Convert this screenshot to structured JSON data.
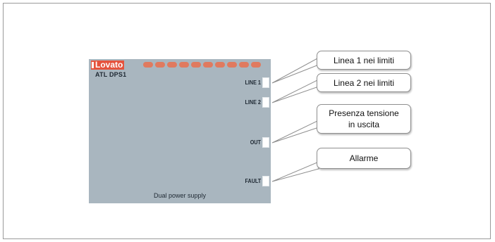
{
  "device": {
    "brand": "Lovato",
    "model": "ATL DPS1",
    "footer": "Dual power supply",
    "indicators": [
      {
        "label": "LINE 1"
      },
      {
        "label": "LINE 2"
      },
      {
        "label": "OUT"
      },
      {
        "label": "FAULT"
      }
    ]
  },
  "callouts": [
    {
      "text": "Linea 1 nei limiti"
    },
    {
      "text": "Linea 2 nei limiti"
    },
    {
      "text": "Presenza tensione in uscita"
    },
    {
      "text": "Allarme"
    }
  ],
  "colors": {
    "panel": "#a9b6bf",
    "brand": "#e5533d",
    "dots": "#e07a5f"
  }
}
